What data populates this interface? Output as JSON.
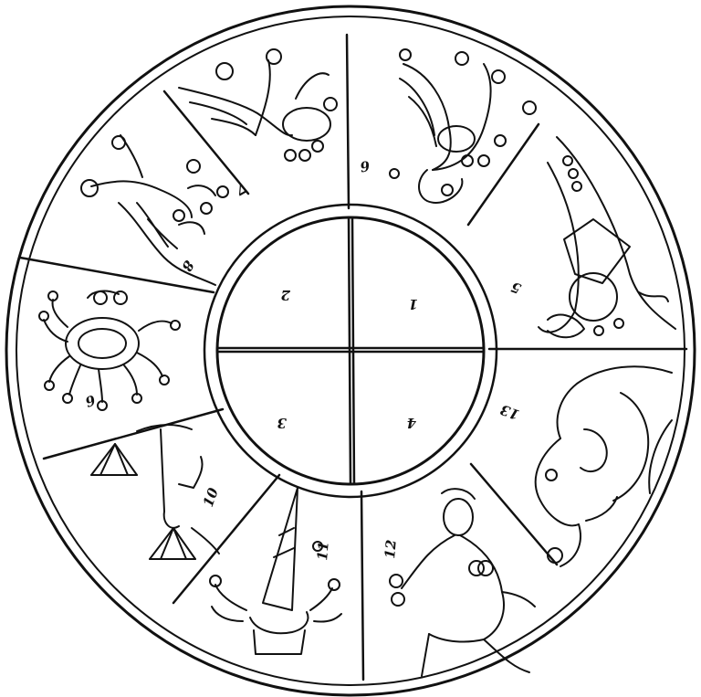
{
  "plate": {
    "kind": "zodiac wheel",
    "colors": {
      "ink": "#111111",
      "paper": "#ffffff"
    }
  },
  "inner_quadrants": [
    {
      "label": "1"
    },
    {
      "label": "2"
    },
    {
      "label": "3"
    },
    {
      "label": "4"
    }
  ],
  "outer_segments": [
    {
      "label": "5",
      "figure": "goat-icon"
    },
    {
      "label": "6",
      "figure": "bird-icon"
    },
    {
      "label": "7",
      "figure": "bird-icon"
    },
    {
      "label": "8",
      "figure": "scorpion-icon"
    },
    {
      "label": "9",
      "figure": "crab-icon"
    },
    {
      "label": "10",
      "figure": "scales-icon"
    },
    {
      "label": "11",
      "figure": "vase-icon"
    },
    {
      "label": "12",
      "figure": "human-figure-icon"
    },
    {
      "label": "13",
      "figure": "elephant-icon"
    }
  ]
}
